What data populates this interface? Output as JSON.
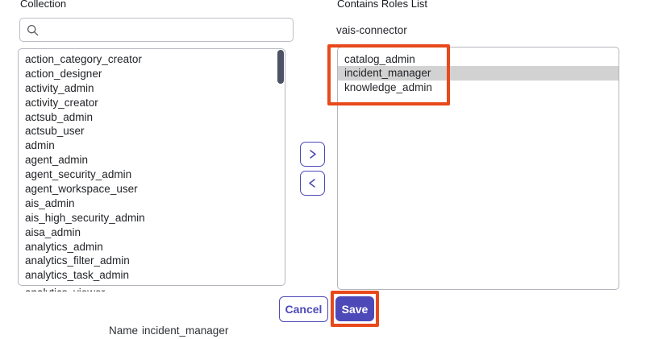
{
  "colors": {
    "primary": "#4d49b8",
    "annotation": "#e8491b",
    "highlight": "#d2d2d2",
    "scrollbar": "#4e5265",
    "text": "#1f2126"
  },
  "left_panel": {
    "label": "Collection",
    "search": {
      "value": "",
      "placeholder": ""
    },
    "items": [
      "action_category_creator",
      "action_designer",
      "activity_admin",
      "activity_creator",
      "actsub_admin",
      "actsub_user",
      "admin",
      "agent_admin",
      "agent_security_admin",
      "agent_workspace_user",
      "ais_admin",
      "ais_high_security_admin",
      "aisa_admin",
      "analytics_admin",
      "analytics_filter_admin",
      "analytics_task_admin"
    ],
    "overflow_item": "analytics_viewer"
  },
  "transfer": {
    "move_right_icon": "chevron-right",
    "move_left_icon": "chevron-left"
  },
  "right_panel": {
    "label": "Contains Roles List",
    "group_name": "vais-connector",
    "items": [
      {
        "label": "catalog_admin",
        "selected": false
      },
      {
        "label": "incident_manager",
        "selected": true
      },
      {
        "label": "knowledge_admin",
        "selected": false
      }
    ]
  },
  "footer": {
    "cancel_label": "Cancel",
    "save_label": "Save"
  },
  "name_row": {
    "label": "Name",
    "value": "incident_manager"
  }
}
